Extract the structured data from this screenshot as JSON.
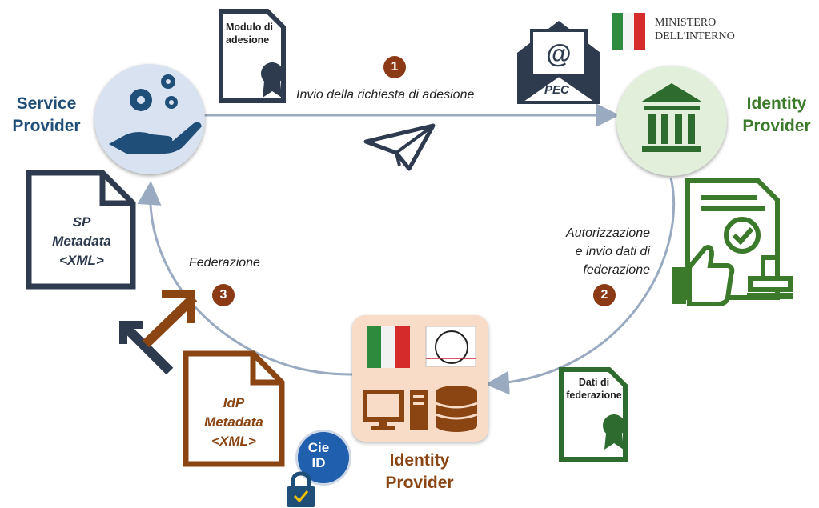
{
  "actors": {
    "service_provider": "Service\nProvider",
    "identity_provider_top": "Identity\nProvider",
    "identity_provider_bottom": "Identity\nProvider"
  },
  "steps": {
    "step1": {
      "number": "1",
      "label": "Invio della richiesta di adesione"
    },
    "step2": {
      "number": "2",
      "label": "Autorizzazione\ne invio dati di\nfederazione"
    },
    "step3": {
      "number": "3",
      "label": "Federazione"
    }
  },
  "documents": {
    "modulo": "Modulo di\nadesione",
    "pec": "PEC",
    "ministero": "MINISTERO\nDELL'INTERNO",
    "sp_metadata": "SP\nMetadata\n<XML>",
    "idp_metadata": "IdP\nMetadata\n<XML>",
    "dati_federazione": "Dati di\nfederazione",
    "cie_logo": "Cie\nID"
  },
  "colors": {
    "navy": "#2E3B4E",
    "blue_title": "#1F4E79",
    "green": "#3B7A2A",
    "green_dark": "#2E6B2E",
    "brown": "#8B4513",
    "badge": "#8B3A15",
    "arrow": "#9AAAC0",
    "sp_circle": "#D9E2F1",
    "idp_circle": "#E2EFDA",
    "idp_box": "#F8DCC8"
  }
}
